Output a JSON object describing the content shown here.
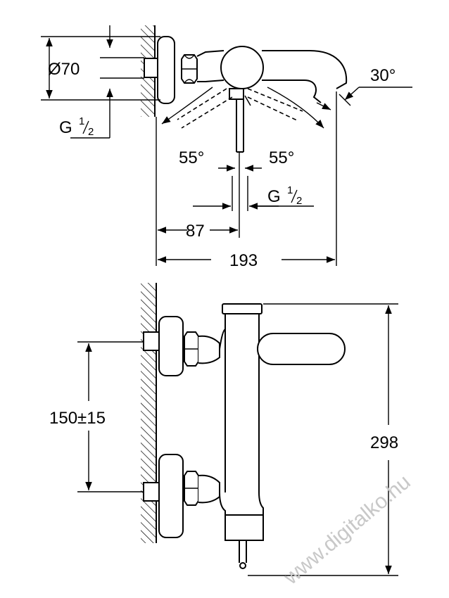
{
  "top_view": {
    "diameter_label": "Ø70",
    "thread_left": {
      "main": "G",
      "num": "1",
      "den": "2"
    },
    "thread_center": {
      "main": "G",
      "num": "1",
      "den": "2"
    },
    "spout_angle": "30°",
    "handle_angle_left": "55°",
    "handle_angle_right": "55°",
    "offset_dim": "87",
    "depth_dim": "193"
  },
  "front_view": {
    "center_distance": "150±15",
    "height_dim": "298"
  },
  "watermark": "www.digitalko.hu"
}
